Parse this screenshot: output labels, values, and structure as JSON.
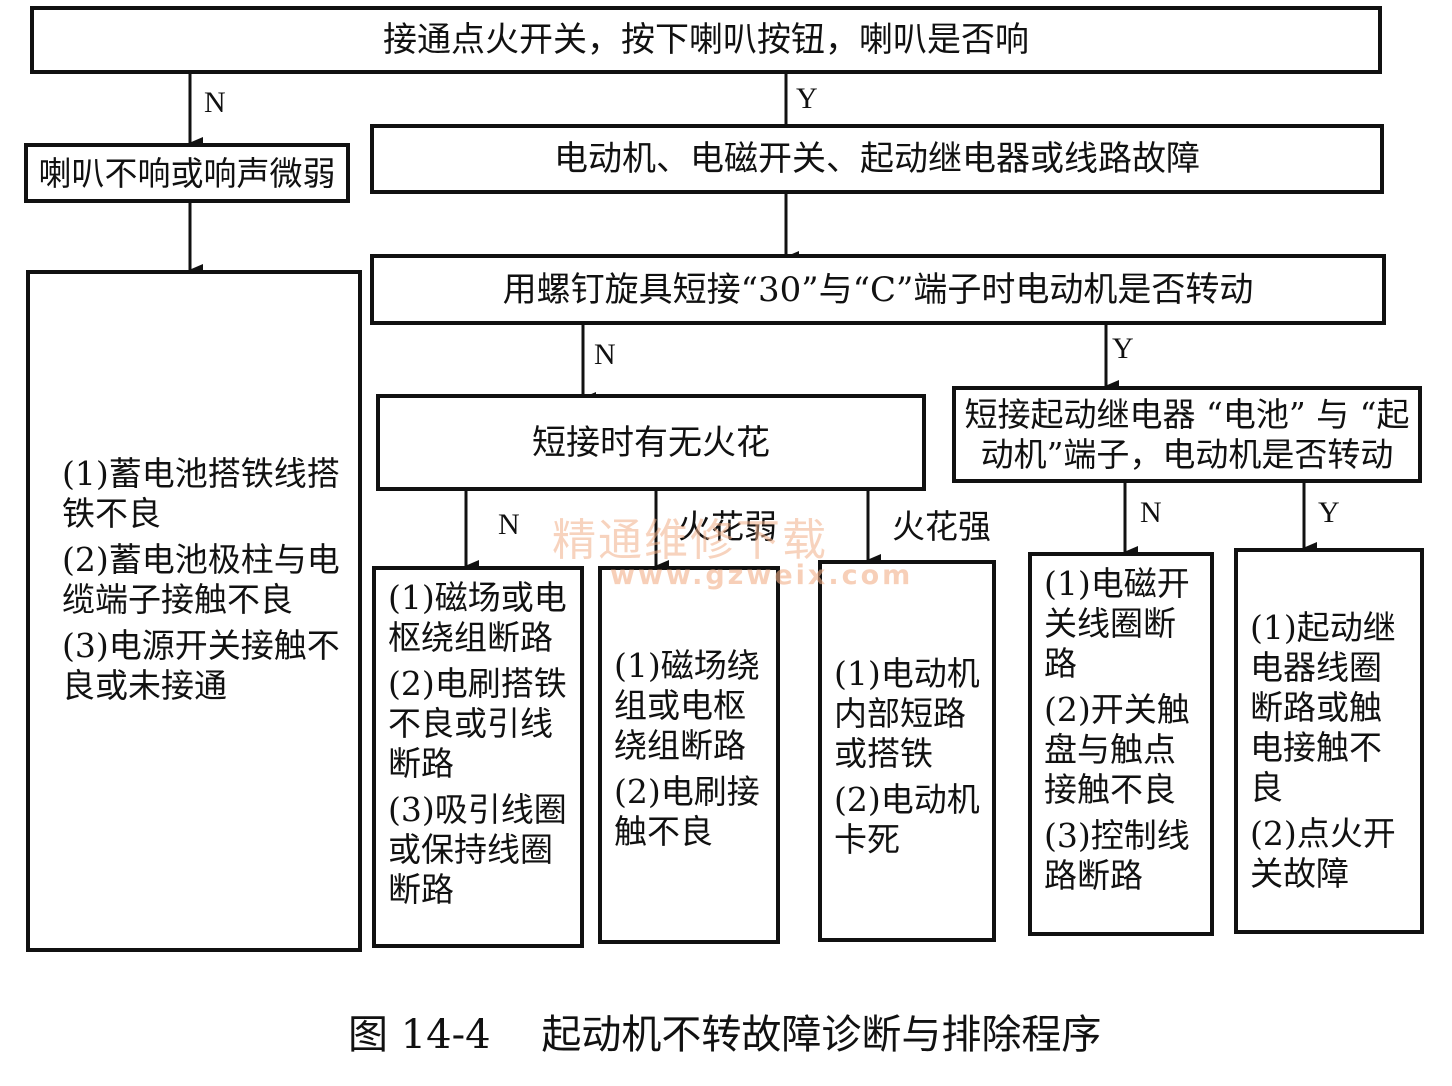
{
  "boxes": {
    "top": "接通点火开关，按下喇叭按钮，喇叭是否响",
    "horn": "喇叭不响或响声微弱",
    "motor_fault": "电动机、电磁开关、起动继电器或线路故障",
    "short_test": "用螺钉旋具短接“30”与“C”端子时电动机是否转动",
    "spark": "短接时有无火花",
    "relay_test_line1": "短接起动继电器 “电池” 与 “起",
    "relay_test_line2": "动机”端子，电动机是否转动"
  },
  "labels": {
    "n": "N",
    "y": "Y",
    "weak_spark": "火花弱",
    "strong_spark": "火花强"
  },
  "outcomes": {
    "battery": [
      "(1)蓄电池搭铁线搭铁不良",
      "(2)蓄电池极柱与电缆端子接触不良",
      "(3)电源开关接触不良或未接通"
    ],
    "no_spark": [
      "(1)磁场或电枢绕组断路",
      "(2)电刷搭铁不良或引线断路",
      "(3)吸引线圈或保持线圈断路"
    ],
    "weak": [
      "(1)磁场绕组或电枢绕组断路",
      "(2)电刷接触不良"
    ],
    "strong": [
      "(1)电动机内部短路或搭铁",
      "(2)电动机卡死"
    ],
    "relay_no": [
      "(1)电磁开关线圈断路",
      "(2)开关触盘与触点接触不良",
      "(3)控制线路断路"
    ],
    "relay_yes": [
      "(1)起动继电器线圈断路或触电接触不良",
      "(2)点火开关故障"
    ]
  },
  "watermark": {
    "text": "精通维修下载",
    "url": "www.gzweix.com"
  },
  "caption": "图 14-4    起动机不转故障诊断与排除程序"
}
